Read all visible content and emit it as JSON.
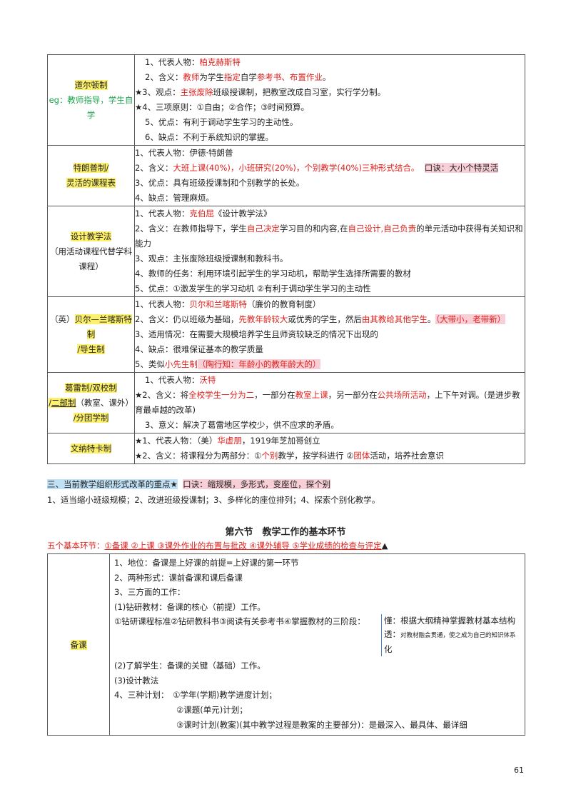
{
  "table1": {
    "dalton": {
      "name": "道尔顿制",
      "eg": "eg：教师指导，学生自学",
      "l1_pre": "1、代表人物：",
      "l1_red": "柏克赫斯特",
      "l2_pre": "2、含义：",
      "l2_red1": "教师",
      "l2_mid1": "为学生",
      "l2_red2": "指定",
      "l2_mid2": "自学",
      "l2_red3": "参考书",
      "l2_mid3": "、",
      "l2_red4": "布置作业",
      "l2_end": "。",
      "l3_pre": "★3、观点：",
      "l3_red": "主张废除",
      "l3_end": "班级授课制，把教室改成自习室，实行学分制。",
      "l4": "★4、三项原则：①自由；②合作；③时间预算。",
      "l5": "5、优点：有利于调动学生学习的主动性。",
      "l6": "6、缺点：不利于系统知识的掌握。"
    },
    "trump": {
      "name1": "特朗普制/",
      "name2": "灵活的课程表",
      "l1": "1、代表人物：伊德·特朗普",
      "l2_pre": "2、含义：",
      "l2_red": "大班上课(40%)，小班研究(20%)，个别教学(40%)三种形式结合。",
      "l2_gap": "  ",
      "l2_hl": "口诀：大小个特灵活",
      "l3": "3、优点：具有班级授课制和个别教学的长处。",
      "l4": "4、缺点：管理麻烦。"
    },
    "design": {
      "name1": "设计教学法",
      "name2": "（用活动课程代替学科课程）",
      "l1_pre": "1、代表人物：",
      "l1_red": "克伯屈",
      "l1_end": "《设计教学法》",
      "l2_pre": "2、含义：在教师指导下，学生",
      "l2_red1": "自己决定",
      "l2_mid1": "学习目的和内容,在",
      "l2_red2": "自己设计,自己负责",
      "l2_end": "的单元活动中获得有关知识和能力",
      "l3": "3、观点：主张废除班级授课制和教科书。",
      "l4": "4、教师的任务：利用环境引起学生的学习动机，帮助学生选择所需要的教材",
      "l5": "5、优点：①激发学生的学习动机 ②有利于调动学生学习的主动性"
    },
    "bell": {
      "name1": "（英）",
      "name2": "贝尔—兰喀斯特制",
      "name3": "/导生制",
      "l1_pre": "1、代表人物：",
      "l1_red": "贝尔和兰喀斯特",
      "l1_end": "（廉价的教育制度）",
      "l2_pre": "2、含义：仍以班级为基础，",
      "l2_red1": "先教年龄较大",
      "l2_mid": "或优秀的学生，然后",
      "l2_red2": "由其教给其他学生",
      "l2_end": "。",
      "l2_hl": "（大带小，老带新）",
      "l3": "3、适用情况：在需要大规模培养学生且师资较缺乏的情况下出现的",
      "l4": "4、缺点：很难保证基本的教学质量",
      "l5_pre": "5、类似",
      "l5_red": "小先生制",
      "l5_hl": "（陶行知：年龄小的教年龄大的）"
    },
    "gary": {
      "name1": "葛雷制/双校制",
      "name2a": "/",
      "name2b": "二部制",
      "name2c": "（教室、课外）",
      "name3": "/分团学制",
      "l1_pre": "1、代表人物：",
      "l1_red": "沃特",
      "l2_pre": "★2、含义：将",
      "l2_red1": "全校学生一分为二",
      "l2_mid1": "，一部分在",
      "l2_red2": "教室上课",
      "l2_mid2": "，另一部分在",
      "l2_red3": "公共场所活动",
      "l2_end": "，上下午对调。(是进步教育最卓越的改革)",
      "l3": "3、意义：解决了葛雷地区学校少，供不应求的矛盾。"
    },
    "winnetka": {
      "name": "文纳特卡制",
      "l1_pre": "★1、代表人物：（美）",
      "l1_red": "华虚朋",
      "l1_end": "，1919年芝加哥创立",
      "l2_pre": "★2、含义：将课程分为两部分：①",
      "l2_red1": "个别",
      "l2_mid": "教学，按学科进行 ②",
      "l2_red2": "团体",
      "l2_end": "活动，培养社会意识"
    }
  },
  "section3": {
    "heading": "三、当前教学组织形式改革的重点★",
    "gap": "  ",
    "mnemonic": "口诀：缩规模，多形式，变座位，探个别",
    "points": "1、适当缩小班级规模；2、改进班级授课制；3、多样化的座位排列；4、探索个别化教学。"
  },
  "section6": {
    "title": "第六节　教学工作的基本环节",
    "five_pre": "五个基本环节：",
    "five_items": "①备课 ②上课 ③课外作业的布置与批改 ④课外辅导 ⑤学业成绩的检查与评定",
    "five_star": "▲"
  },
  "prep": {
    "name": "备课",
    "l1": "1、地位：备课是上好课的前提=上好课的第一环节",
    "l2": "2、两种形式：课前备课和课后备课",
    "l3": "3、三方面的工作：",
    "l4": "(1)钻研教材：备课的核心（前提）工作。",
    "l5": "①钻研课程标准②钻研教科书③阅读有关参考书④掌握教材的三阶段：",
    "callout1": "懂：根据大纲精神掌握教材基本结构",
    "callout2_pre": "透：",
    "callout2_small": "对教材融会贯通，使之成为自己的知识体系",
    "callout3": "化",
    "l6": "(2)了解学生：备课的关键（基础）工作。",
    "l7": "(3)设计教法",
    "l8": "4、三种计划：　①学年(学期)教学进度计划；",
    "l9": "②课题(单元)计划；",
    "l10": "③课时计划(教案)(其中教学过程是教案的主要部分)：是最深入、最具体、最详细"
  },
  "page_number": "61"
}
